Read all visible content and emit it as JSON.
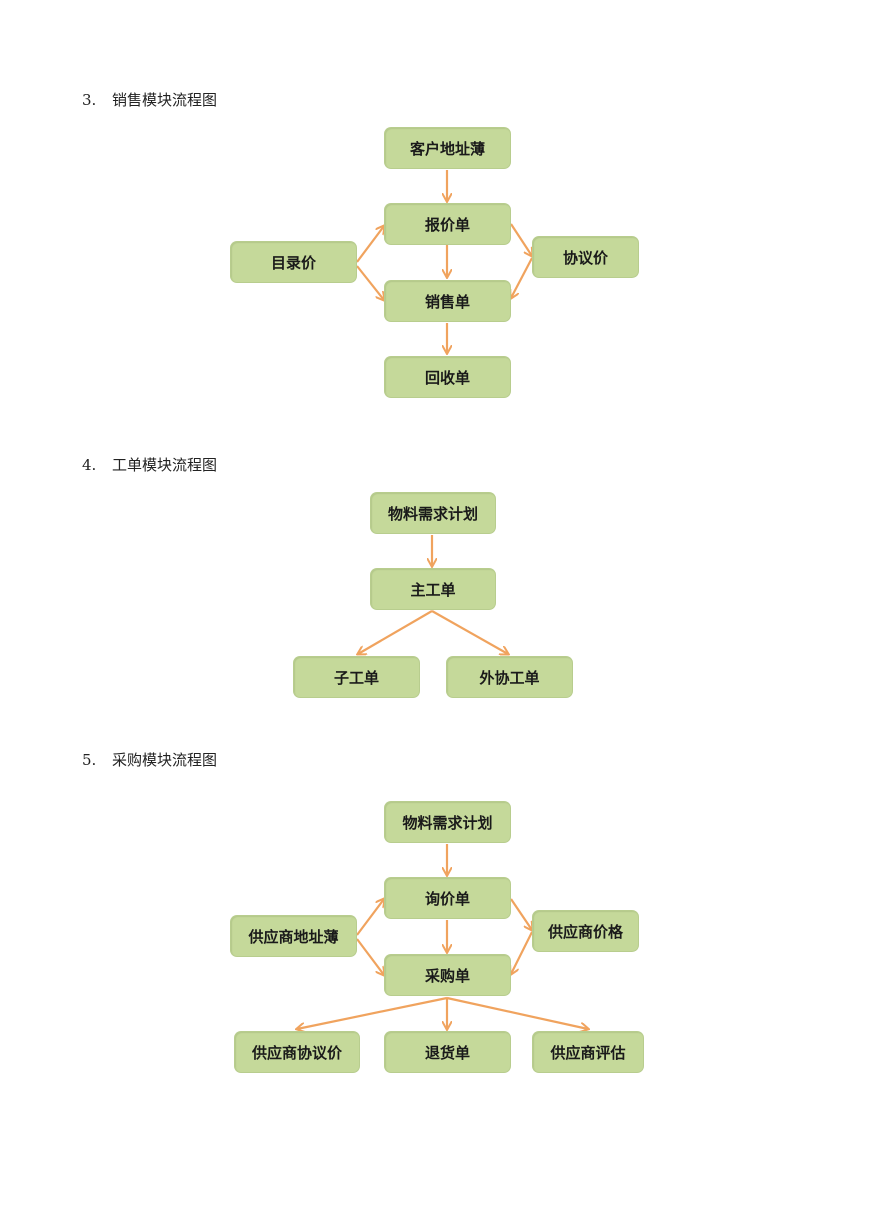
{
  "sections": [
    {
      "number": "3.",
      "title": "销售模块流程图",
      "nodes": {
        "customer_address_book": "客户地址薄",
        "quotation": "报价单",
        "catalog_price": "目录价",
        "agreement_price": "协议价",
        "sales_order": "销售单",
        "receipt": "回收单"
      }
    },
    {
      "number": "4.",
      "title": "工单模块流程图",
      "nodes": {
        "mrp": "物料需求计划",
        "main_work_order": "主工单",
        "sub_work_order": "子工单",
        "outsource_work_order": "外协工单"
      }
    },
    {
      "number": "5.",
      "title": "采购模块流程图",
      "nodes": {
        "mrp": "物料需求计划",
        "inquiry": "询价单",
        "supplier_address_book": "供应商地址薄",
        "supplier_price": "供应商价格",
        "purchase_order": "采购单",
        "supplier_agreement_price": "供应商协议价",
        "return_order": "退货单",
        "supplier_evaluation": "供应商评估"
      }
    }
  ],
  "colors": {
    "node_fill": "#c5d99a",
    "arrow": "#f0a35e"
  }
}
